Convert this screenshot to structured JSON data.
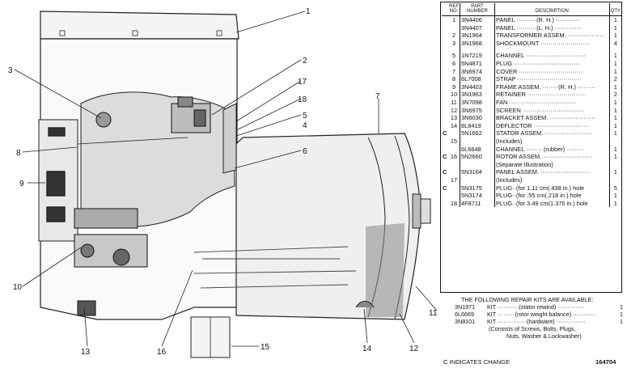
{
  "callouts": [
    "1",
    "2",
    "3",
    "17",
    "18",
    "5",
    "4",
    "8",
    "7",
    "6",
    "9",
    "10",
    "11",
    "13",
    "16",
    "14",
    "12",
    "15"
  ],
  "table": {
    "headers": {
      "ref": "REF NO.",
      "part": "PART NUMBER",
      "desc": "DESCRIPTION",
      "qty": "QTY"
    },
    "rows": [
      {
        "mark": "",
        "ref": "1",
        "part": "3N4406",
        "desc": "PANEL ··········(R. H.) ············",
        "qty": "1"
      },
      {
        "mark": "",
        "ref": "",
        "part": "3N4407",
        "desc": "PANEL ··········(L. H.) ·············",
        "qty": "1"
      },
      {
        "mark": "",
        "ref": "2",
        "part": "3N1964",
        "desc": "TRANSFORMER ASSEM. ···················",
        "qty": "1"
      },
      {
        "mark": "",
        "ref": "3",
        "part": "3N1968",
        "desc": "SHOCKMOUNT ·························",
        "qty": "4"
      },
      {
        "gap": true
      },
      {
        "mark": "",
        "ref": "5",
        "part": "1N7219",
        "desc": "CHANNEL ······························",
        "qty": "1"
      },
      {
        "mark": "",
        "ref": "6",
        "part": "5N4871",
        "desc": "PLUG ·································",
        "qty": "1"
      },
      {
        "mark": "",
        "ref": "7",
        "part": "3N6974",
        "desc": "COVER ································",
        "qty": "1"
      },
      {
        "mark": "",
        "ref": "8",
        "part": "6L7008",
        "desc": "STRAP ································",
        "qty": "2"
      },
      {
        "mark": "",
        "ref": "9",
        "part": "3N4403",
        "desc": "FRAME ASSEM. ········(R. H.) ·········",
        "qty": "1"
      },
      {
        "mark": "",
        "ref": "10",
        "part": "3N1963",
        "desc": "RETAINER ·····························",
        "qty": "2"
      },
      {
        "mark": "",
        "ref": "11",
        "part": "3N7098",
        "desc": "FAN ··································",
        "qty": "1"
      },
      {
        "mark": "",
        "ref": "12",
        "part": "3N6975",
        "desc": "SCREEN ·······························",
        "qty": "1"
      },
      {
        "mark": "",
        "ref": "13",
        "part": "3N6030",
        "desc": "BRACKET ASSEM. ·······················",
        "qty": "1"
      },
      {
        "mark": "",
        "ref": "14",
        "part": "8L8419",
        "desc": "DEFLECTOR ····························",
        "qty": "1"
      },
      {
        "mark": "C",
        "ref": "",
        "part": "5N1662",
        "desc": "STATOR ASSEM. ························",
        "qty": "1"
      },
      {
        "mark": "",
        "ref": "15",
        "part": "",
        "desc": "     (Includes)",
        "qty": ""
      },
      {
        "mark": "",
        "ref": "",
        "part": "6L6648",
        "desc": "      CHANNEL ········ (rubber) ·········",
        "qty": "1"
      },
      {
        "mark": "C",
        "ref": "16",
        "part": "5N2660",
        "desc": "ROTOR ASSEM. ·························",
        "qty": "1"
      },
      {
        "mark": "",
        "ref": "",
        "part": "",
        "desc": "    (Separate Illustration)",
        "qty": ""
      },
      {
        "mark": "C",
        "ref": "",
        "part": "5N3164",
        "desc": "PANEL ASSEM. ·························",
        "qty": "1"
      },
      {
        "mark": "",
        "ref": "17",
        "part": "",
        "desc": "     (Includes)",
        "qty": ""
      },
      {
        "mark": "C",
        "ref": "",
        "part": "5N3175",
        "desc": "PLUG··(for 1.11 cm(.438 in.) hole",
        "qty": "5"
      },
      {
        "mark": "",
        "ref": "",
        "part": "5N3174",
        "desc": "PLUG··(for .55 cm(.218 in.) hole",
        "qty": "1"
      },
      {
        "mark": "",
        "ref": "18",
        "part": "4F8711",
        "desc": "PLUG··(for 3.49 cm(1.375 in.) hole",
        "qty": "1"
      }
    ]
  },
  "kits": {
    "heading": "THE FOLLOWING REPAIR KITS ARE AVAILABLE:",
    "items": [
      {
        "part": "3N1971",
        "desc": "KIT ···········(stator rewind) ··············",
        "qty": "1"
      },
      {
        "part": "6L6669",
        "desc": "KIT ·········(rotor weight balance) ············",
        "qty": "1"
      },
      {
        "part": "3N8101",
        "desc": "KIT ···············(hardware) ···············",
        "qty": "1"
      }
    ],
    "note_line1": "(Consists of Screws, Bolts, Plugs,",
    "note_line2": "Nuts, Washer & Lockwasher)"
  },
  "footer": {
    "note": "C INDICATES CHANGE",
    "figure_code": "164704"
  }
}
